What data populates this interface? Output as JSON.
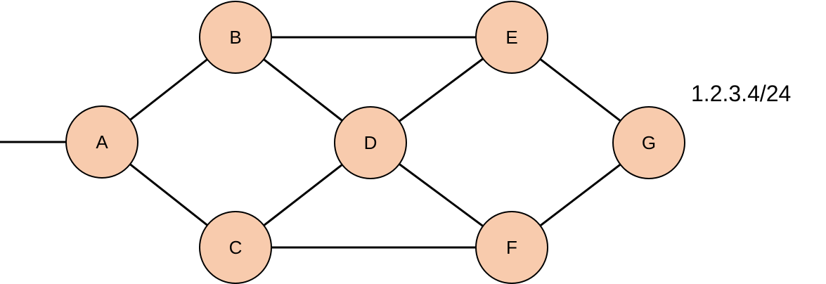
{
  "colors": {
    "node_fill": "#F8CBAD",
    "stroke": "#000000"
  },
  "nodes": [
    {
      "id": "A",
      "label": "A"
    },
    {
      "id": "B",
      "label": "B"
    },
    {
      "id": "C",
      "label": "C"
    },
    {
      "id": "D",
      "label": "D"
    },
    {
      "id": "E",
      "label": "E"
    },
    {
      "id": "F",
      "label": "F"
    },
    {
      "id": "G",
      "label": "G"
    }
  ],
  "edges": [
    [
      "ext",
      "A"
    ],
    [
      "A",
      "B"
    ],
    [
      "A",
      "C"
    ],
    [
      "B",
      "E"
    ],
    [
      "B",
      "D"
    ],
    [
      "C",
      "D"
    ],
    [
      "C",
      "F"
    ],
    [
      "D",
      "E"
    ],
    [
      "D",
      "F"
    ],
    [
      "E",
      "G"
    ],
    [
      "F",
      "G"
    ]
  ],
  "address_label": "1.2.3.4/24"
}
